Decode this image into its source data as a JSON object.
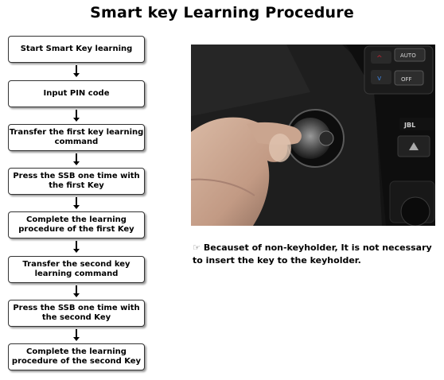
{
  "title": "Smart key Learning Procedure",
  "steps": [
    "Start Smart Key learning",
    "Input PIN code",
    "Transfer the first key learning command",
    "Press the SSB one time with the first Key",
    "Complete the learning procedure of the first Key",
    "Transfer the second key learning command",
    "Press the SSB one time with the second Key",
    "Complete the learning procedure of the second Key"
  ],
  "photo": {
    "labels": {
      "auto": "AUTO",
      "off": "OFF",
      "jbl": "JBL"
    }
  },
  "note": {
    "icon": "pointing-hand-icon",
    "text": "Becauset of non-keyholder, It is not necessary to insert the key to the keyholder."
  }
}
